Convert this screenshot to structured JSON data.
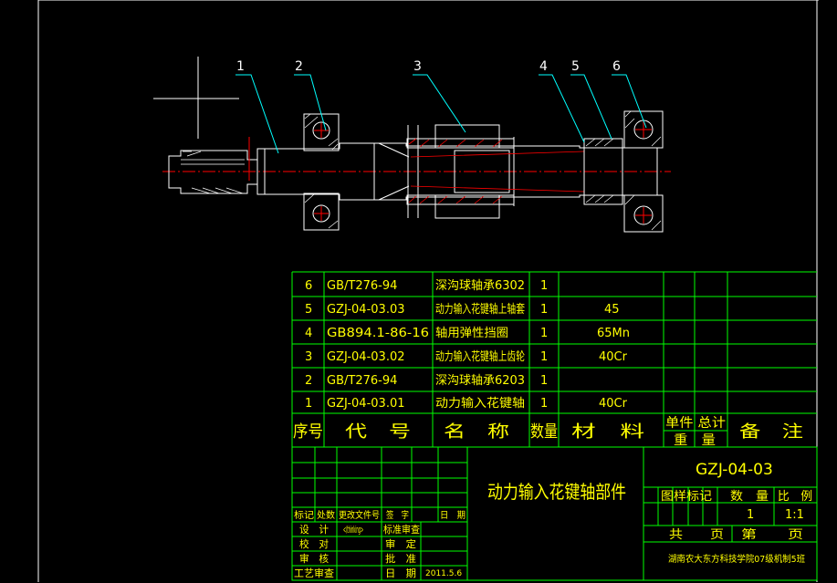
{
  "balloons": [
    "1",
    "2",
    "3",
    "4",
    "5",
    "6"
  ],
  "parts": [
    {
      "no": "6",
      "code": "GB/T276-94",
      "name": "深沟球轴承6302",
      "qty": "1",
      "material": ""
    },
    {
      "no": "5",
      "code": "GZJ-04-03.03",
      "name": "动力输入花键轴上轴套",
      "qty": "1",
      "material": "45"
    },
    {
      "no": "4",
      "code": "GB894.1-86-16",
      "name": "轴用弹性挡圈",
      "qty": "1",
      "material": "65Mn"
    },
    {
      "no": "3",
      "code": "GZJ-04-03.02",
      "name": "动力输入花键轴上齿轮",
      "qty": "1",
      "material": "40Cr"
    },
    {
      "no": "2",
      "code": "GB/T276-94",
      "name": "深沟球轴承6203",
      "qty": "1",
      "material": ""
    },
    {
      "no": "1",
      "code": "GZJ-04-03.01",
      "name": "动力输入花键轴",
      "qty": "1",
      "material": "40Cr"
    }
  ],
  "header": {
    "no": "序号",
    "code": "代　号",
    "name": "名　称",
    "qty": "数量",
    "material": "材　料",
    "weight_top": "单件 总计",
    "weight_bottom": "重　量",
    "remark": "备　注"
  },
  "title_block": {
    "drawing_title": "动力输入花键轴部件",
    "drawing_code": "GZJ-04-03",
    "stage_label": "图样标记",
    "weight_label": "数　量",
    "scale_label": "比　例",
    "quantity": "1",
    "scale": "1:1",
    "sheets_total": "共　　页",
    "sheet_no": "第　　页",
    "school": "湖南农大东方科技学院07级机制5班",
    "rev_headers": [
      "标记",
      "处数",
      "更改文件号",
      "签　字",
      "日　期"
    ],
    "signatures": [
      {
        "role": "设　计",
        "name": "</thinking>",
        "role2": "标准审查",
        "name2": ""
      },
      {
        "role": "校　对",
        "name": "",
        "role2": "审　定",
        "name2": ""
      },
      {
        "role": "审　核",
        "name": "",
        "role2": "批　准",
        "name2": ""
      },
      {
        "role": "工艺审查",
        "name": "",
        "role2": "日　期",
        "name2": "2011.5.6"
      }
    ]
  },
  "colors": {
    "background": "#000000",
    "outline": "#ffffff",
    "table_line": "#00ff00",
    "leader": "#00ffff",
    "text": "#ffff00",
    "center_line": "#ff0000",
    "section_hatch": "#ff0000",
    "part_text": "#ffffff"
  }
}
